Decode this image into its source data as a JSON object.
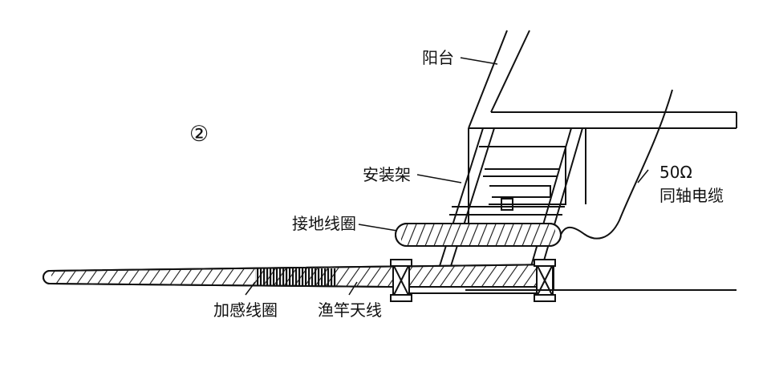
{
  "marker": "②",
  "labels": {
    "balcony": "阳台",
    "mount": "安装架",
    "ground_coil": "接地线圈",
    "loading_coil": "加感线圈",
    "antenna": "渔竿天线",
    "cable_impedance": "50Ω",
    "cable_name": "同轴电缆"
  },
  "colors": {
    "line": "#111111",
    "background": "#ffffff"
  }
}
